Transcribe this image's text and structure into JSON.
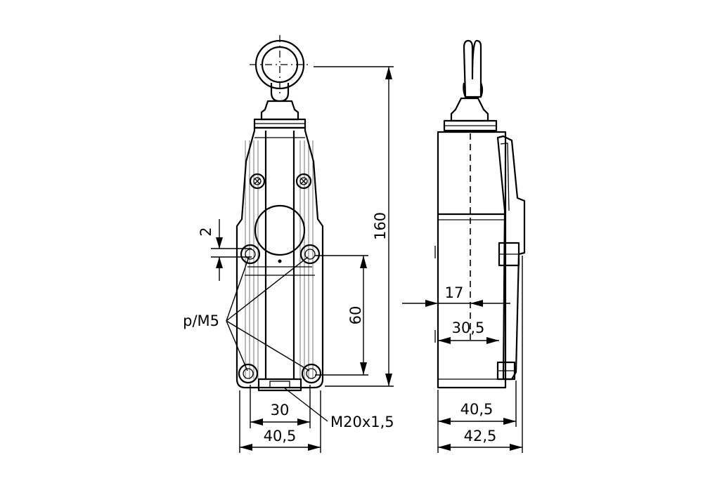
{
  "front_view": {
    "dim_hole_gap": "2",
    "dim_hole_spacing_vertical": "60",
    "dim_total_height": "160",
    "dim_hole_spacing_horizontal": "30",
    "dim_width": "40,5",
    "label_mounting_holes": "p/M5",
    "label_cable_entry": "M20x1,5"
  },
  "side_view": {
    "dim_offset": "17",
    "dim_base_width": "30,5",
    "dim_body_depth": "40,5",
    "dim_total_depth": "42,5"
  }
}
